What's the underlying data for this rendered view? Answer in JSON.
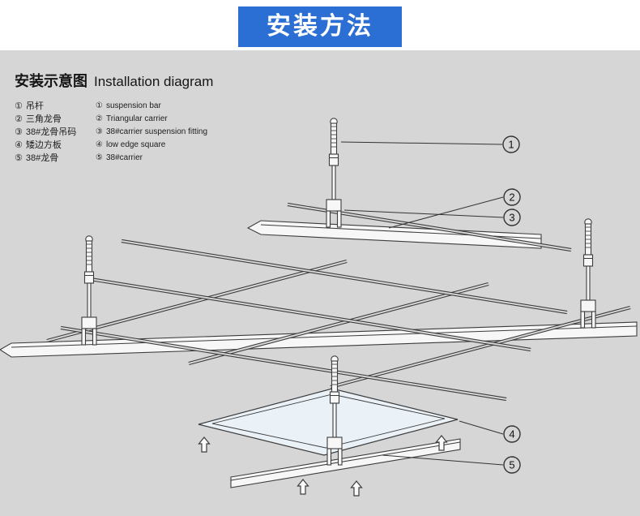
{
  "banner": {
    "title": "安装方法",
    "bg_color": "#2b6fd4",
    "text_color": "#ffffff"
  },
  "section": {
    "title_zh": "安装示意图",
    "title_en": "Installation diagram"
  },
  "legend": {
    "items": [
      {
        "num": "①",
        "zh": "吊杆",
        "en": "suspension bar"
      },
      {
        "num": "②",
        "zh": "三角龙骨",
        "en": "Triangular carrier"
      },
      {
        "num": "③",
        "zh": "38#龙骨吊码",
        "en": "38#carrier suspension fitting"
      },
      {
        "num": "④",
        "zh": "矮边方板",
        "en": "low edge square"
      },
      {
        "num": "⑤",
        "zh": "38#龙骨",
        "en": "38#carrier"
      }
    ]
  },
  "diagram": {
    "callouts": [
      {
        "label": "1"
      },
      {
        "label": "2"
      },
      {
        "label": "3"
      },
      {
        "label": "4"
      },
      {
        "label": "5"
      }
    ],
    "colors": {
      "background": "#d6d6d6",
      "line": "#3c3c3c",
      "metal_fill": "#f7f7f7",
      "panel_fill": "#eaf1f7"
    }
  }
}
